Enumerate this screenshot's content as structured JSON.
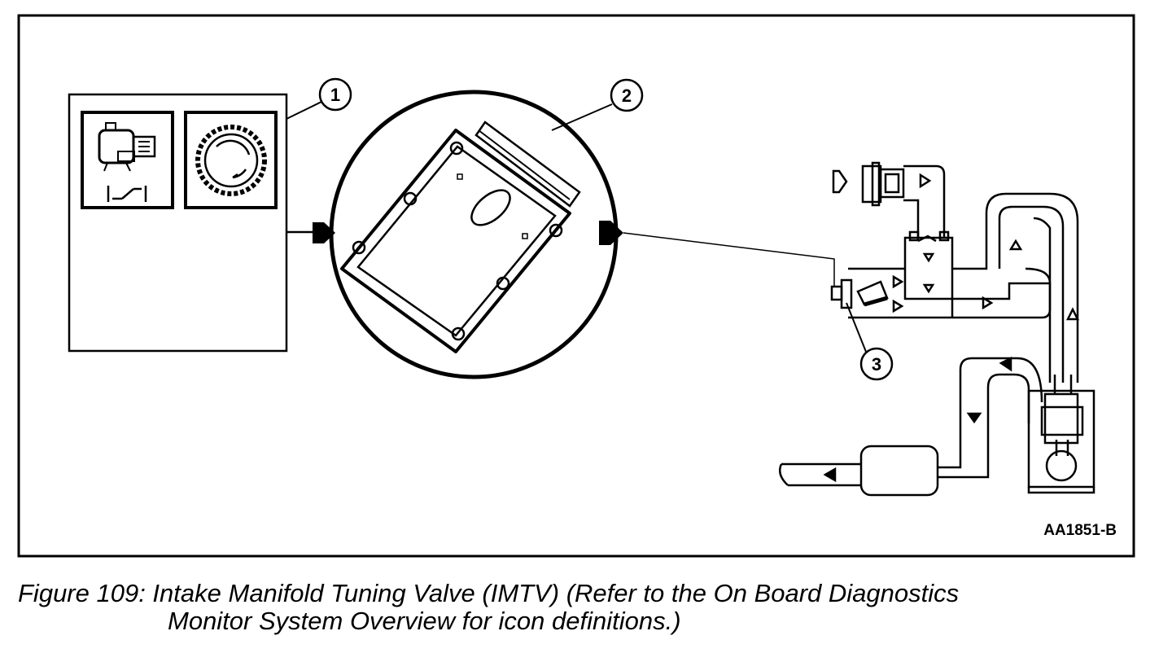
{
  "figure": {
    "callouts": [
      "1",
      "2",
      "3"
    ],
    "reference_code": "AA1851-B",
    "caption_line1": "Figure 109: Intake Manifold Tuning Valve (IMTV) (Refer to the On Board Diagnostics",
    "caption_line2": "Monitor System Overview for icon definitions.)"
  },
  "colors": {
    "ink": "#000000",
    "paper": "#ffffff"
  }
}
